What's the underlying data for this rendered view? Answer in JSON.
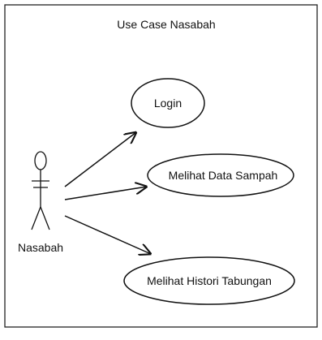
{
  "diagram": {
    "title": "Use Case Nasabah",
    "actor": {
      "name": "Nasabah",
      "icon": "stick-figure-actor-icon"
    },
    "use_cases": [
      {
        "id": "login",
        "label": "Login"
      },
      {
        "id": "melihat-data-sampah",
        "label": "Melihat Data Sampah"
      },
      {
        "id": "melihat-histori-tabungan",
        "label": "Melihat Histori Tabungan"
      }
    ],
    "associations": [
      {
        "from": "Nasabah",
        "to": "Login"
      },
      {
        "from": "Nasabah",
        "to": "Melihat Data Sampah"
      },
      {
        "from": "Nasabah",
        "to": "Melihat Histori Tabungan"
      }
    ],
    "colors": {
      "line": "#111111",
      "fill": "#ffffff",
      "text": "#111111"
    }
  }
}
